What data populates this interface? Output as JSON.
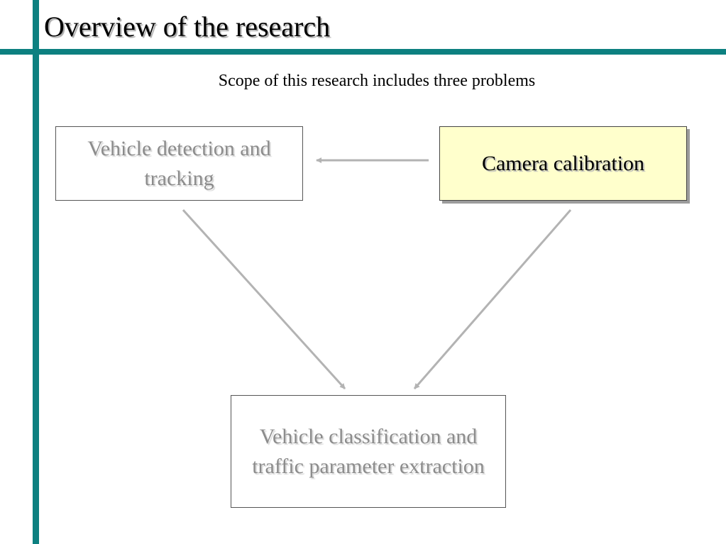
{
  "slide": {
    "title": "Overview of the research",
    "subtitle": "Scope of this research includes three problems",
    "accent_color": "#0d8080",
    "boxes": {
      "detection": {
        "label": "Vehicle detection and tracking",
        "state": "inactive"
      },
      "calibration": {
        "label": "Camera calibration",
        "state": "highlighted",
        "fill_color": "#ffffcc"
      },
      "classification": {
        "label": "Vehicle classification and traffic parameter extraction",
        "state": "inactive"
      }
    },
    "connections": [
      {
        "from": "calibration",
        "to": "detection"
      },
      {
        "from": "detection",
        "to": "classification"
      },
      {
        "from": "calibration",
        "to": "classification"
      }
    ]
  }
}
